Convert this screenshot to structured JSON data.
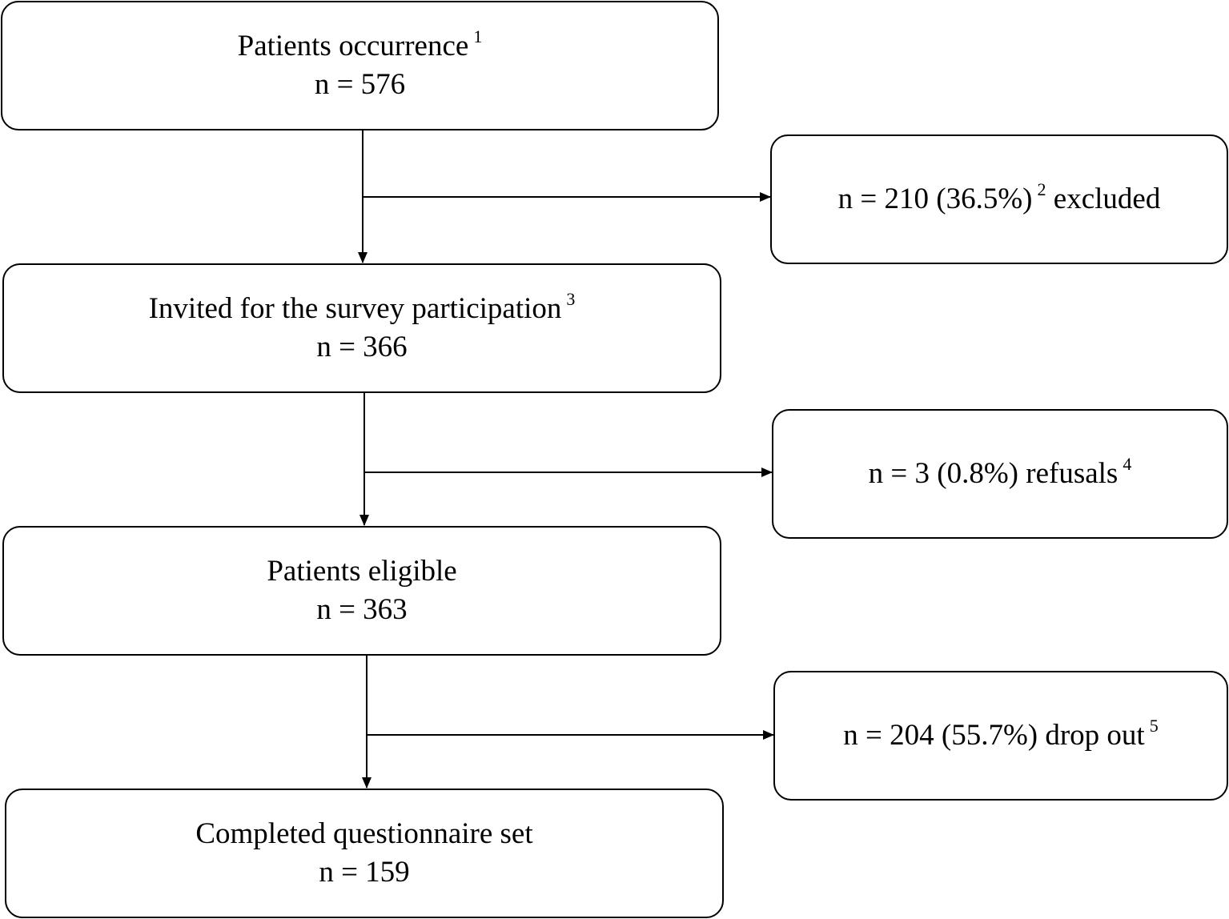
{
  "main_boxes": [
    {
      "title": "Patients occurrence",
      "footnote": "1",
      "count": "n = 576"
    },
    {
      "title": "Invited for the survey participation",
      "footnote": "3",
      "count": "n = 366"
    },
    {
      "title": "Patients eligible",
      "footnote": "",
      "count": "n = 363"
    },
    {
      "title": "Completed questionnaire set",
      "footnote": "",
      "count": "n = 159"
    }
  ],
  "side_boxes": [
    {
      "pre": "n = 210 (36.5%)",
      "footnote": "2",
      "post": "excluded"
    },
    {
      "pre": "n = 3 (0.8%) refusals",
      "footnote": "4",
      "post": ""
    },
    {
      "pre": "n = 204 (55.7%) drop out",
      "footnote": "5",
      "post": ""
    }
  ],
  "colors": {
    "stroke": "#000000",
    "background": "#ffffff"
  }
}
